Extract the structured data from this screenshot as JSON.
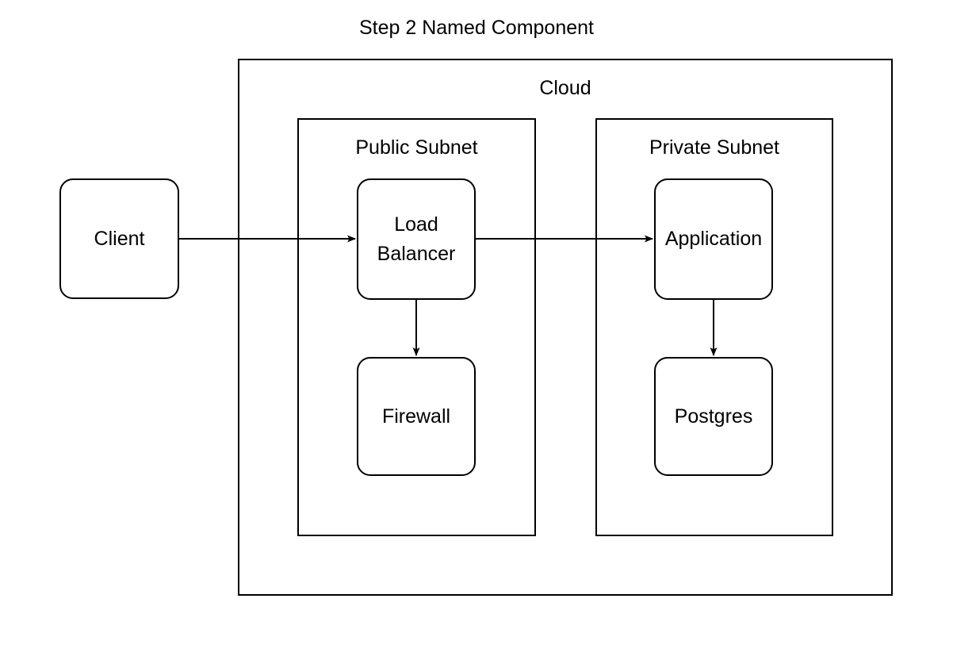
{
  "diagram": {
    "title": "Step 2 Named Component",
    "containers": {
      "cloud": {
        "label": "Cloud"
      },
      "public_subnet": {
        "label": "Public Subnet"
      },
      "private_subnet": {
        "label": "Private Subnet"
      }
    },
    "nodes": {
      "client": {
        "label": "Client"
      },
      "load_balancer": {
        "label": "Load Balancer"
      },
      "firewall": {
        "label": "Firewall"
      },
      "application": {
        "label": "Application"
      },
      "postgres": {
        "label": "Postgres"
      }
    },
    "edges": [
      {
        "from": "client",
        "to": "load_balancer"
      },
      {
        "from": "load_balancer",
        "to": "application"
      },
      {
        "from": "load_balancer",
        "to": "firewall"
      },
      {
        "from": "application",
        "to": "postgres"
      }
    ],
    "colors": {
      "stroke": "#000000",
      "background": "#ffffff"
    }
  }
}
